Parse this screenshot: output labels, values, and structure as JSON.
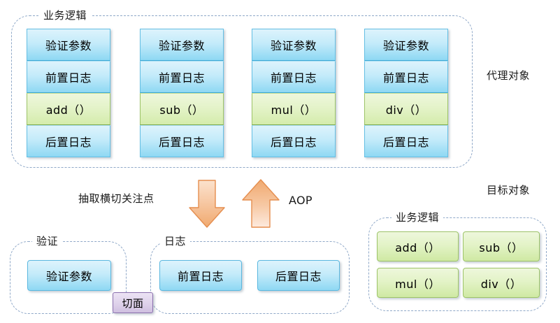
{
  "diagram": {
    "title_top_group": "业务逻辑",
    "proxy_object_label": "代理对象",
    "target_object_label": "目标对象",
    "extract_label": "抽取横切关注点",
    "aop_label": "AOP",
    "aspect_badge": "切面",
    "validation_group_label": "验证",
    "log_group_label": "日志",
    "target_business_group_label": "业务逻辑"
  },
  "proxy_columns": [
    {
      "method": "add（）",
      "cells": [
        "验证参数",
        "前置日志",
        "add（）",
        "后置日志"
      ]
    },
    {
      "method": "sub（）",
      "cells": [
        "验证参数",
        "前置日志",
        "sub（）",
        "后置日志"
      ]
    },
    {
      "method": "mul（）",
      "cells": [
        "验证参数",
        "前置日志",
        "mul（）",
        "后置日志"
      ]
    },
    {
      "method": "div（）",
      "cells": [
        "验证参数",
        "前置日志",
        "div（）",
        "后置日志"
      ]
    }
  ],
  "validation_aspect": {
    "chips": [
      "验证参数"
    ]
  },
  "log_aspect": {
    "chips": [
      "前置日志",
      "后置日志"
    ]
  },
  "target_methods": [
    "add（）",
    "sub（）",
    "mul（）",
    "div（）"
  ],
  "icons": {
    "down_arrow": "arrow-down-icon",
    "up_arrow": "arrow-up-icon"
  },
  "colors": {
    "dashed_border": "#8fa8c8",
    "blue_top": "#ddf3fc",
    "blue_bottom": "#8ed8f3",
    "blue_border": "#64bfe4",
    "green_top": "#eef7dc",
    "green_bottom": "#d4ecab",
    "green_border": "#9dc468",
    "arrow_fill": "#f4b183",
    "arrow_light": "#fde5d3",
    "purple_fill": "#ddd0ea",
    "purple_border": "#8a6fad",
    "text": "#1a1a1a"
  }
}
